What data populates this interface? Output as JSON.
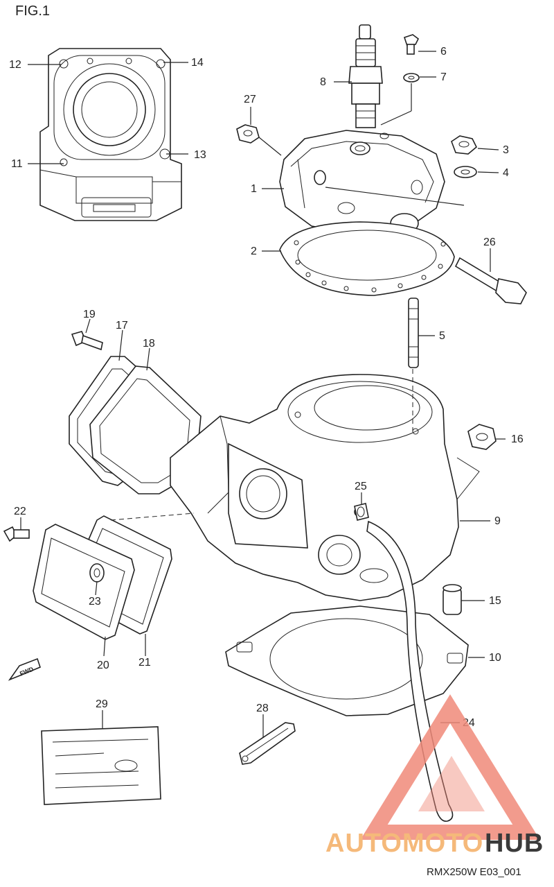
{
  "figure_title": "FIG.1",
  "diagram_code": "RMX250W E03_001",
  "direction_tag": "FWD",
  "watermark": {
    "part1": "AUTOMOTO",
    "part2": "HUB",
    "accent_color": "#f08a7a",
    "text_color_1": "#f5b97a",
    "text_color_2": "#3a3a3a"
  },
  "callouts": {
    "c1": "1",
    "c2": "2",
    "c3": "3",
    "c4": "4",
    "c5": "5",
    "c6": "6",
    "c7": "7",
    "c8": "8",
    "c9": "9",
    "c10": "10",
    "c11": "11",
    "c12": "12",
    "c13": "13",
    "c14": "14",
    "c15": "15",
    "c16": "16",
    "c17": "17",
    "c18": "18",
    "c19": "19",
    "c20": "20",
    "c21": "21",
    "c22": "22",
    "c23": "23",
    "c24": "24",
    "c25": "25",
    "c26": "26",
    "c27": "27",
    "c28": "28",
    "c29": "29"
  }
}
